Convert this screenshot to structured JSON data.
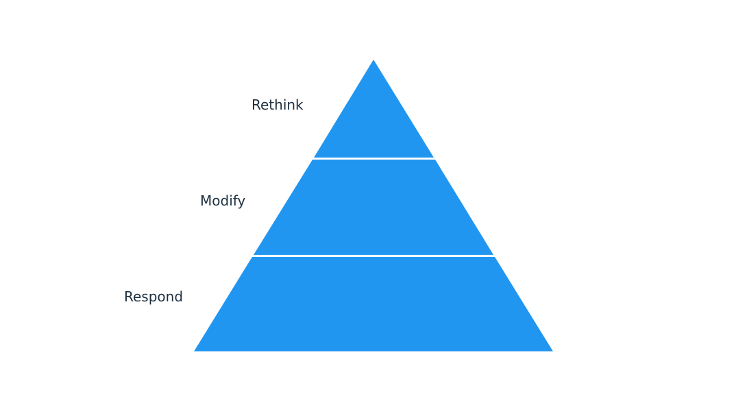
{
  "diagram": {
    "type": "pyramid",
    "fill_color": "#2196f0",
    "separator_color": "#ffffff",
    "label_color": "#1d2f3f",
    "tiers": [
      {
        "label": "Rethink"
      },
      {
        "label": "Modify"
      },
      {
        "label": "Respond"
      }
    ]
  }
}
